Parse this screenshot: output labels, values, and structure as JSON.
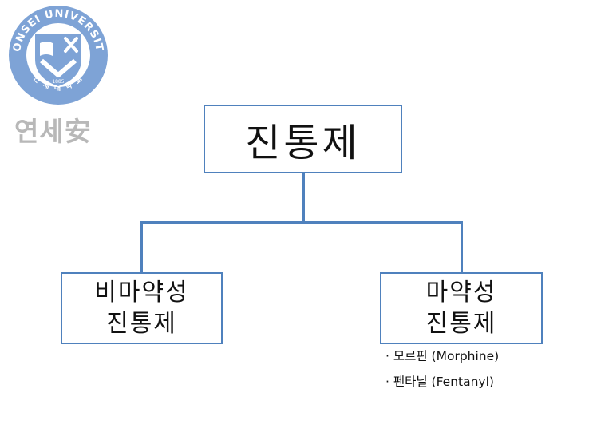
{
  "logo": {
    "ring_text": "YONSEI UNIVERSITY",
    "year": "1885",
    "korean_arc": "연 세 대 학 교",
    "caption": "연세安",
    "colors": {
      "blue": "#7ea3d6",
      "gray": "#b8b8b8"
    }
  },
  "diagram": {
    "root": {
      "label": "진통제"
    },
    "children": [
      {
        "line1": "비마약성",
        "line2": "진통제"
      },
      {
        "line1": "마약성",
        "line2": "진통제"
      }
    ],
    "examples": [
      "· 모르핀 (Morphine)",
      "· 펜타닐 (Fentanyl)"
    ],
    "colors": {
      "border": "#4f81bd",
      "connector": "#4f81bd"
    }
  }
}
